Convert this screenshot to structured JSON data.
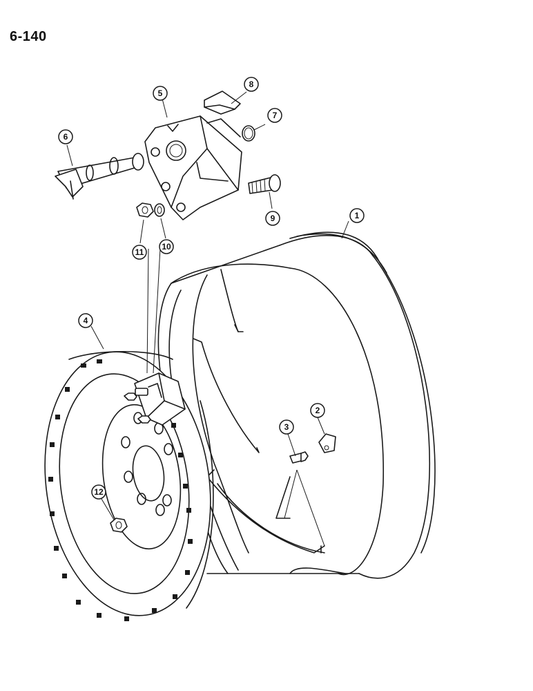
{
  "page_number": "6-140",
  "callouts": [
    {
      "id": "c1",
      "label": "1"
    },
    {
      "id": "c2",
      "label": "2"
    },
    {
      "id": "c3",
      "label": "3"
    },
    {
      "id": "c4",
      "label": "4"
    },
    {
      "id": "c5",
      "label": "5"
    },
    {
      "id": "c6",
      "label": "6"
    },
    {
      "id": "c7",
      "label": "7"
    },
    {
      "id": "c8",
      "label": "8"
    },
    {
      "id": "c9",
      "label": "9"
    },
    {
      "id": "c10",
      "label": "10"
    },
    {
      "id": "c11",
      "label": "11"
    },
    {
      "id": "c12",
      "label": "12"
    }
  ]
}
